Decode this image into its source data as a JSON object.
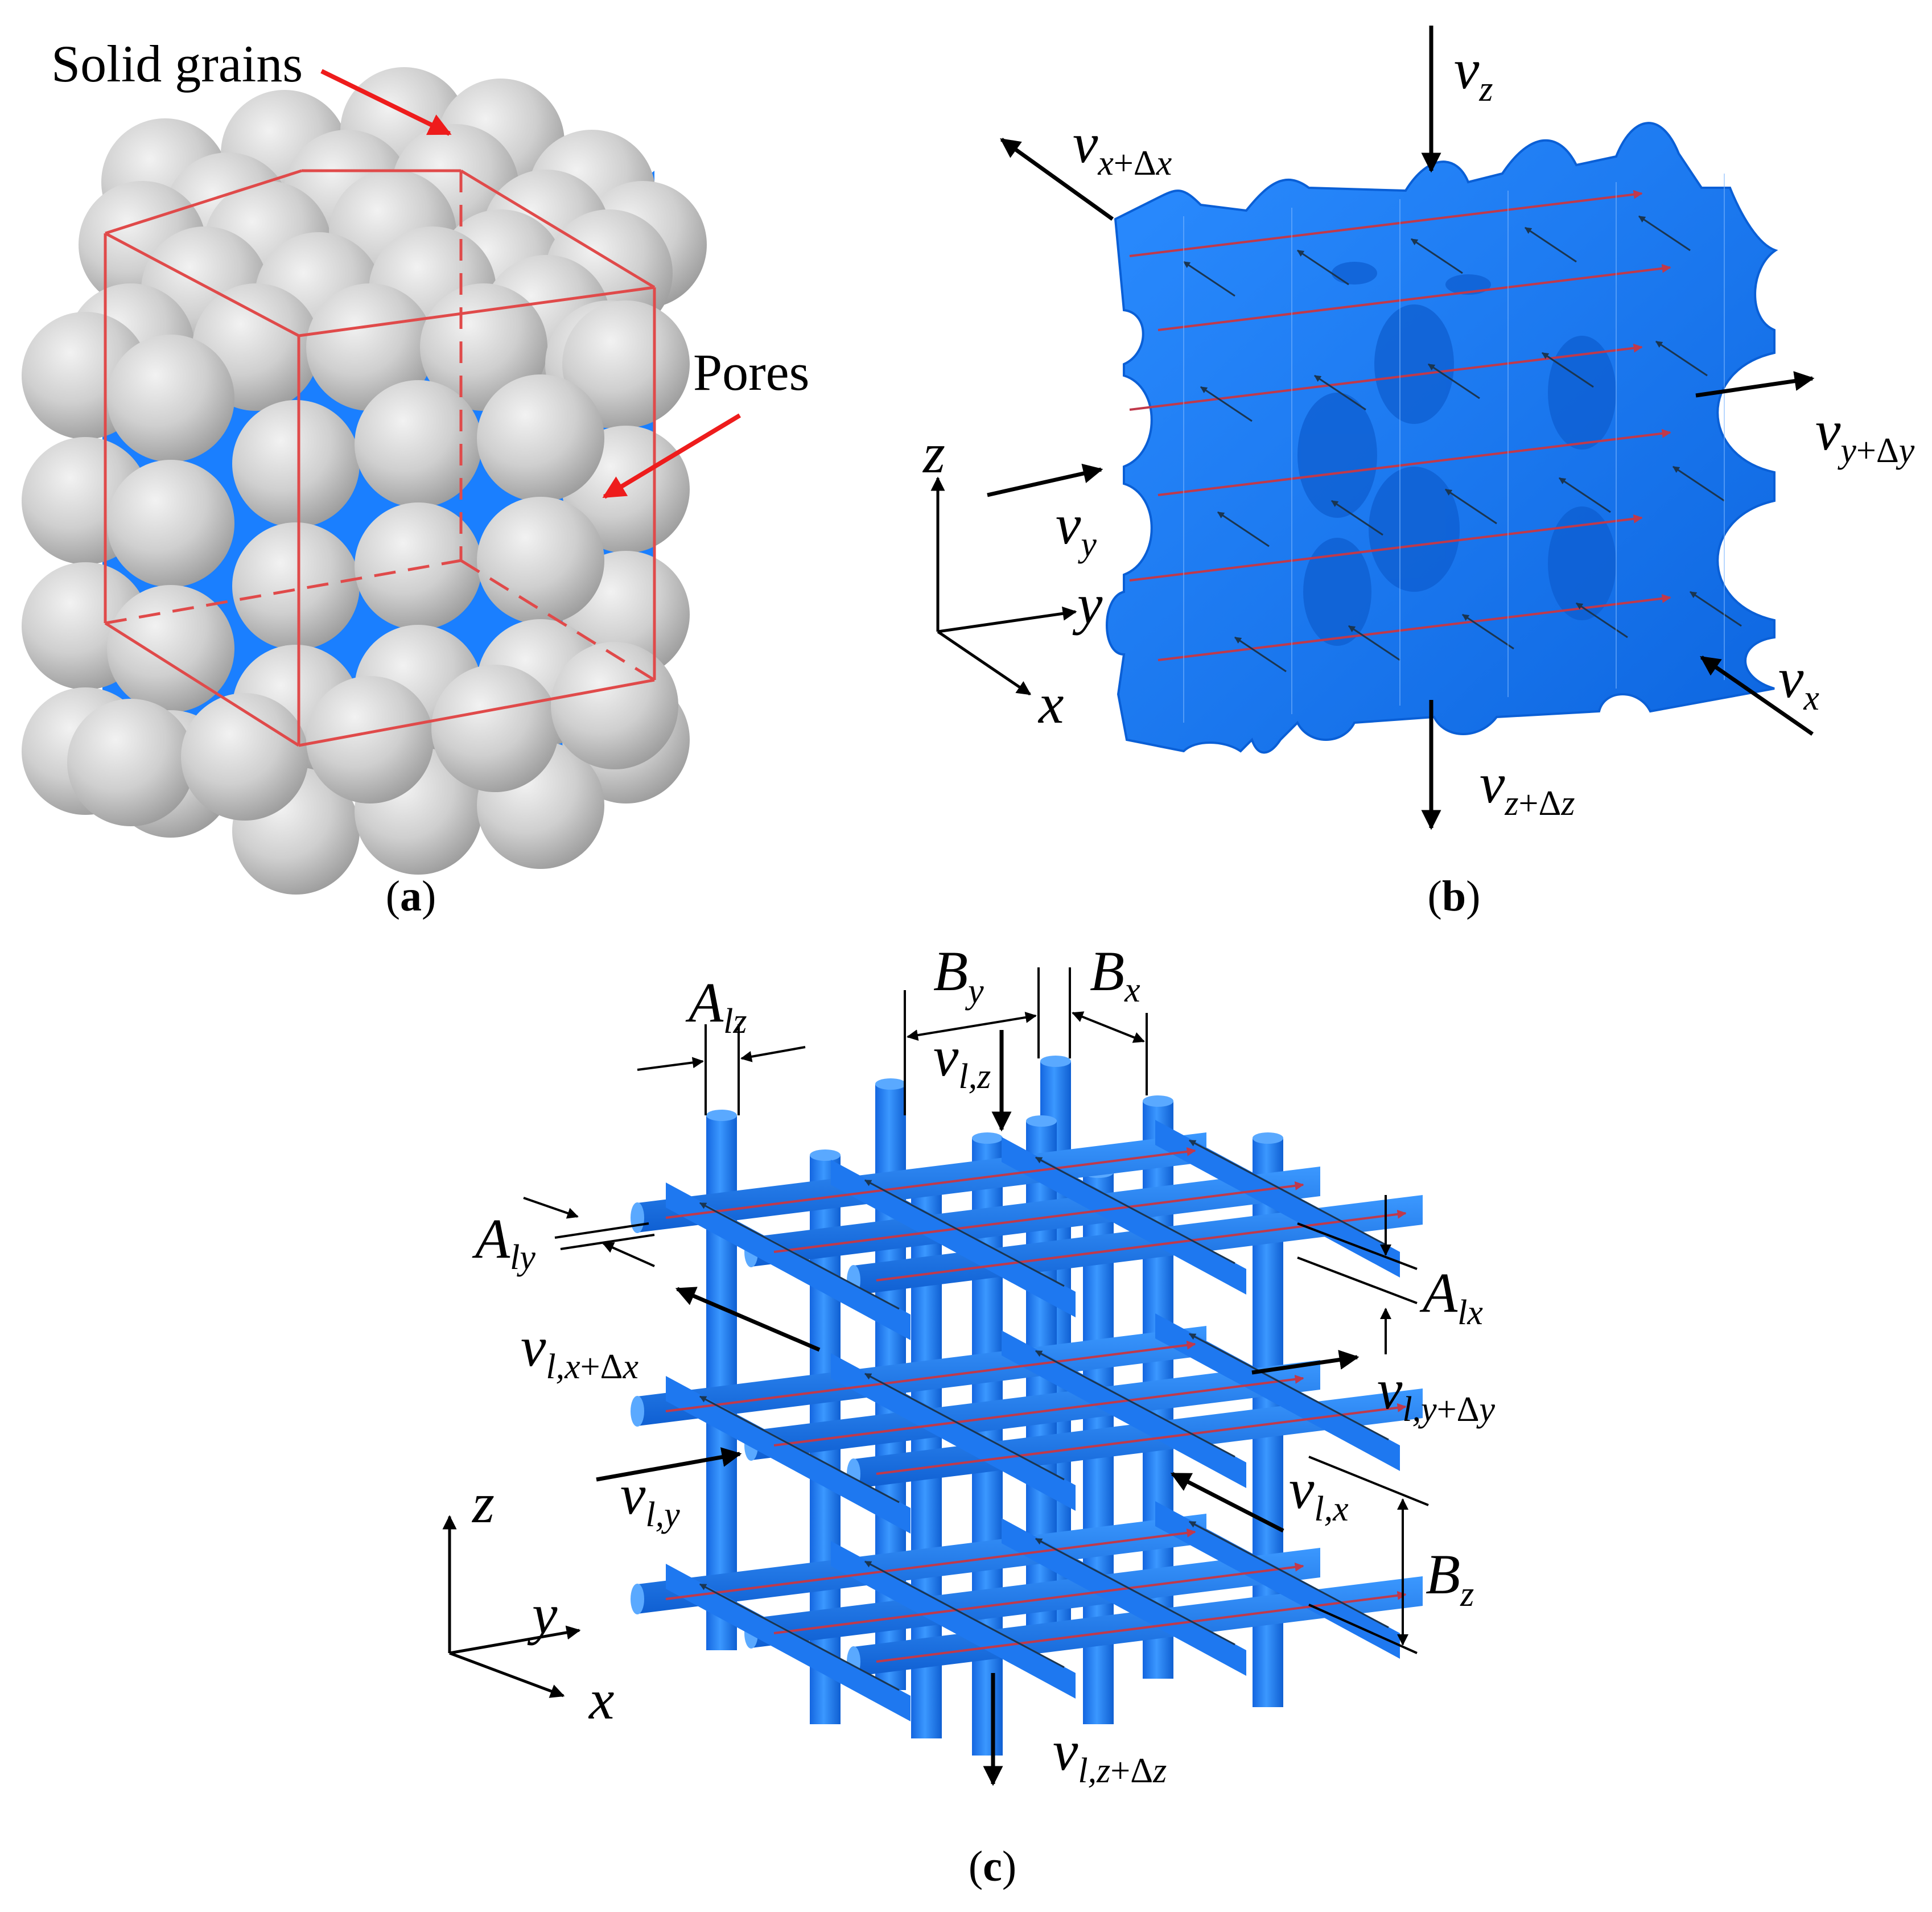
{
  "colors": {
    "pore_blue": "#1a7fff",
    "pore_blue_dark": "#0a5fd6",
    "grain_gray": "#c4c4c4",
    "cube_red": "#e04a4a",
    "callout_red": "#ee1c1c",
    "flow_red": "#c0394b",
    "arrow_black": "#000000"
  },
  "icons": {
    "solid_grain": "sphere",
    "pore_network": "blue-pore-solid",
    "capillary_tube": "blue-cylinder"
  },
  "panel_a": {
    "caption_open": "(",
    "caption_letter": "a",
    "caption_close": ")",
    "solid_grains_label": "Solid grains",
    "pores_label": "Pores"
  },
  "panel_b": {
    "caption_open": "(",
    "caption_letter": "b",
    "caption_close": ")",
    "vz": {
      "base": "v",
      "sub": "z"
    },
    "vz_dz": {
      "base": "v",
      "sub_var1": "z",
      "sub_op": "+Δ",
      "sub_var2": "z"
    },
    "vx_dx": {
      "base": "v",
      "sub_var1": "x",
      "sub_op": "+Δ",
      "sub_var2": "x"
    },
    "vy": {
      "base": "v",
      "sub": "y"
    },
    "vy_dy": {
      "base": "v",
      "sub_var1": "y",
      "sub_op": "+Δ",
      "sub_var2": "y"
    },
    "vx": {
      "base": "v",
      "sub": "x"
    },
    "axis_x": "x",
    "axis_y": "y",
    "axis_z": "z"
  },
  "panel_c": {
    "caption_open": "(",
    "caption_letter": "c",
    "caption_close": ")",
    "A_lz": {
      "base": "A",
      "sub": "lz"
    },
    "A_ly": {
      "base": "A",
      "sub": "ly"
    },
    "A_lx": {
      "base": "A",
      "sub": "lx"
    },
    "B_y": {
      "base": "B",
      "sub": "y"
    },
    "B_x": {
      "base": "B",
      "sub": "x"
    },
    "B_z": {
      "base": "B",
      "sub": "z"
    },
    "v_lz": {
      "base": "v",
      "sub": "l,z"
    },
    "v_lz_dz": {
      "base": "v",
      "sub_var1": "l,z",
      "sub_op": "+Δ",
      "sub_var2": "z"
    },
    "v_lx_dx": {
      "base": "v",
      "sub_var1": "l,x",
      "sub_op": "+Δ",
      "sub_var2": "x"
    },
    "v_ly_dy": {
      "base": "v",
      "sub_var1": "l,y",
      "sub_op": "+Δ",
      "sub_var2": "y"
    },
    "v_ly": {
      "base": "v",
      "sub": "l,y"
    },
    "v_lx": {
      "base": "v",
      "sub": "l,x"
    },
    "axis_x": "x",
    "axis_y": "y",
    "axis_z": "z"
  }
}
